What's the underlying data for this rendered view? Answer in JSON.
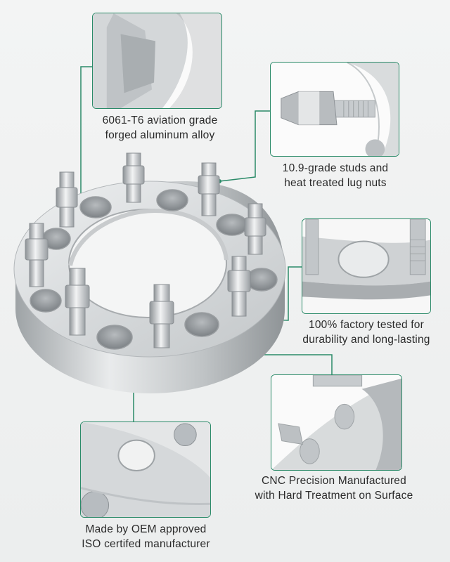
{
  "features": {
    "material": {
      "line1": "6061-T6 aviation grade",
      "line2": "forged aluminum alloy",
      "icon": "forged-metal-closeup-icon"
    },
    "studs": {
      "line1": "10.9-grade studs and",
      "line2": "heat treated lug nuts",
      "icon": "stud-and-lug-nut-icon"
    },
    "testing": {
      "line1": "100% factory tested for",
      "line2": "durability and long-lasting",
      "icon": "spacer-hole-closeup-icon"
    },
    "cnc": {
      "line1": "CNC Precision Manufactured",
      "line2": "with Hard Treatment on Surface",
      "icon": "spacer-edge-closeup-icon"
    },
    "oem": {
      "line1": "Made by OEM approved",
      "line2": "ISO certifed manufacturer",
      "icon": "spacer-face-closeup-icon"
    }
  },
  "colors": {
    "accent": "#2a8a68",
    "text": "#2b2b2b",
    "background": "#f0f1f1",
    "metal": "#c9ccce"
  }
}
